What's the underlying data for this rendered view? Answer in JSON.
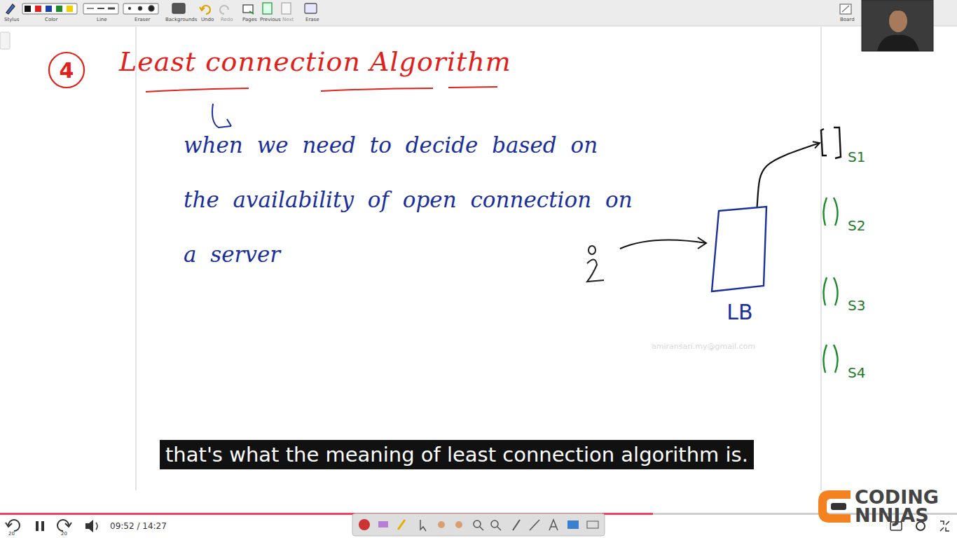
{
  "diagram": {
    "title": "Least connection Algorithm",
    "nodes": [
      {
        "text": [
          "4"
        ]
      },
      {
        "text": [
          "LB"
        ]
      },
      {
        "text": [
          "S1"
        ]
      },
      {
        "text": [
          "S2"
        ]
      },
      {
        "text": [
          "S3"
        ]
      },
      {
        "text": [
          "S4"
        ]
      }
    ],
    "edges": [
      {
        "from": 1,
        "to": 2,
        "arrow": "to"
      }
    ],
    "labels": [
      "when we need to decide based on the availability of open connection on a server",
      "amiransari.my@gmail.com",
      "that's what the meaning of least connection algorithm is.",
      "09:52 / 14:27",
      "CODING",
      "NINJAS",
      "Stylus",
      "Color",
      "Line",
      "Eraser",
      "Backgrounds",
      "Undo",
      "Redo",
      "Pages",
      "Previous",
      "Next",
      "Erase",
      "Board",
      "20",
      "20"
    ]
  }
}
